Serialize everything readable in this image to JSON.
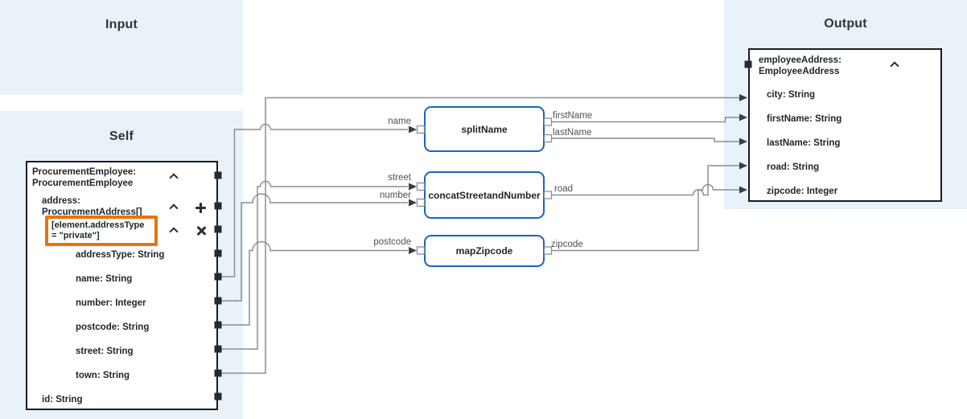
{
  "panels": {
    "input": {
      "title": "Input"
    },
    "self": {
      "title": "Self"
    },
    "output": {
      "title": "Output"
    }
  },
  "self_tree": {
    "root_label": "ProcurementEmployee: ProcurementEmployee",
    "address_label": "address: ProcurementAddress[]",
    "filter_label": "[element.addressType = \"private\"]",
    "fields": [
      "addressType: String",
      "name: String",
      "number: Integer",
      "postcode: String",
      "street: String",
      "town: String"
    ],
    "id_label": "id: String"
  },
  "functions": [
    {
      "name": "splitName",
      "inputs": [
        "name"
      ],
      "outputs": [
        "firstName",
        "lastName"
      ]
    },
    {
      "name": "concatStreetandNumber",
      "inputs": [
        "street",
        "number"
      ],
      "outputs": [
        "road"
      ]
    },
    {
      "name": "mapZipcode",
      "inputs": [
        "postcode"
      ],
      "outputs": [
        "zipcode"
      ]
    }
  ],
  "output_tree": {
    "root_label": "employeeAddress: EmployeeAddress",
    "fields": [
      "city: String",
      "firstName: String",
      "lastName: String",
      "road: String",
      "zipcode: Integer"
    ]
  },
  "icons": {
    "collapse": "chevron-up",
    "add": "plus",
    "remove": "close"
  },
  "colors": {
    "panel_bg": "#e9f2f9",
    "function_border": "#1b63be",
    "filter_highlight": "#e9730c",
    "wire": "#868f96",
    "arrowhead": "#383f45",
    "box_border": "#191d1f"
  }
}
